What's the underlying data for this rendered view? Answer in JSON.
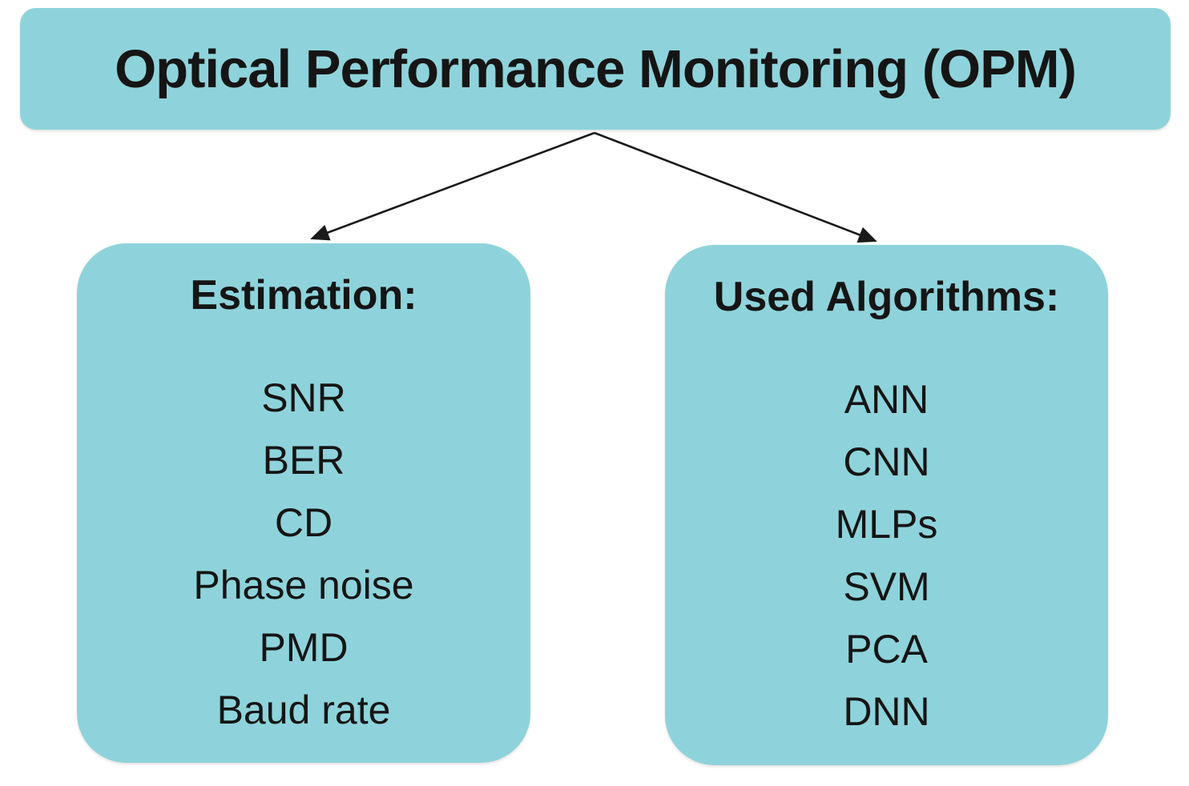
{
  "title": "Optical Performance Monitoring (OPM)",
  "colors": {
    "box_fill": "#8ed3db",
    "text": "#151515",
    "arrow": "#1a1a1a",
    "background": "#ffffff"
  },
  "left_box": {
    "heading": "Estimation:",
    "items": [
      "SNR",
      "BER",
      "CD",
      "Phase noise",
      "PMD",
      "Baud rate"
    ]
  },
  "right_box": {
    "heading": "Used Algorithms:",
    "items": [
      "ANN",
      "CNN",
      "MLPs",
      "SVM",
      "PCA",
      "DNN"
    ]
  }
}
